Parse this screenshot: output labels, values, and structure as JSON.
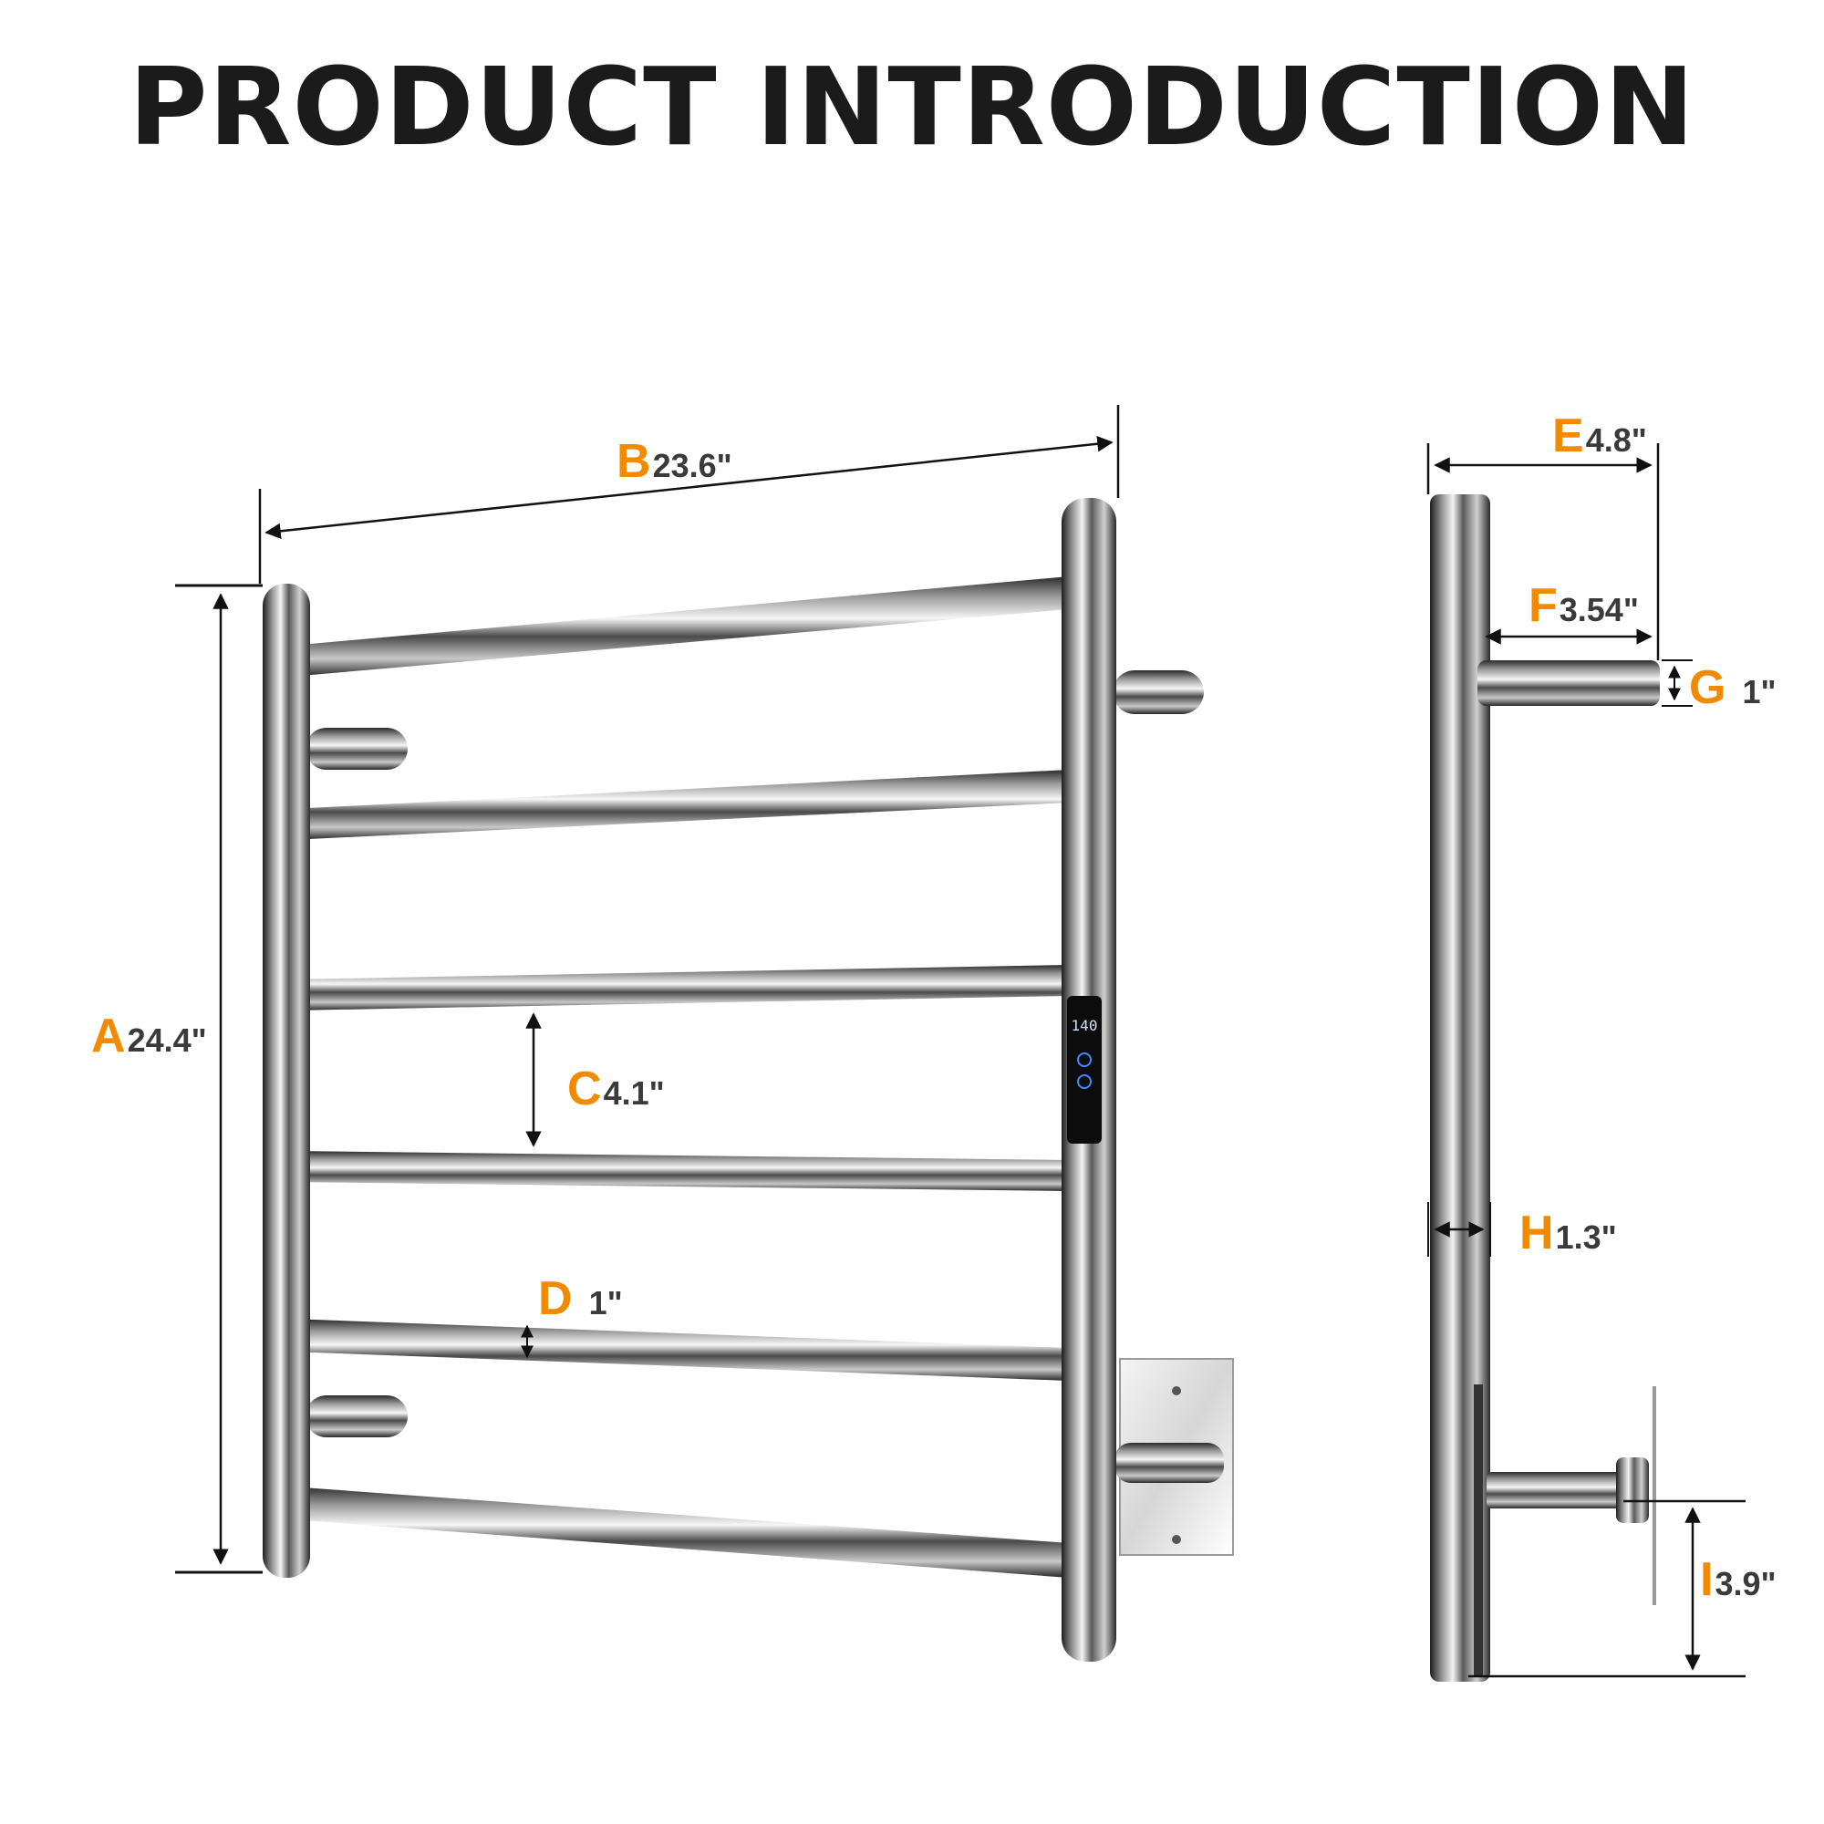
{
  "title": "PRODUCT INTRODUCTION",
  "accent_color": "#f28a00",
  "text_color": "#3a3a3a",
  "display_reading": "140",
  "dimensions": {
    "A": {
      "letter": "A",
      "value": "24.4\""
    },
    "B": {
      "letter": "B",
      "value": "23.6\""
    },
    "C": {
      "letter": "C",
      "value": "4.1\""
    },
    "D": {
      "letter": "D",
      "value": "1\""
    },
    "E": {
      "letter": "E",
      "value": "4.8\""
    },
    "F": {
      "letter": "F",
      "value": "3.54\""
    },
    "G": {
      "letter": "G",
      "value": "1\""
    },
    "H": {
      "letter": "H",
      "value": "1.3\""
    },
    "I": {
      "letter": "I",
      "value": "3.9\""
    }
  }
}
